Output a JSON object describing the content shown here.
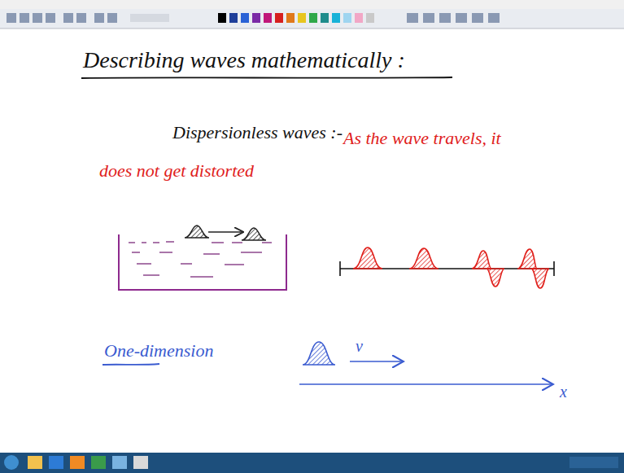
{
  "diagram": {
    "title": "Describing waves mathematically :",
    "labels": [
      "Dispersionless waves :-",
      "As the wave travels, it does not get distorted",
      "One-dimension",
      "v",
      "x"
    ]
  }
}
